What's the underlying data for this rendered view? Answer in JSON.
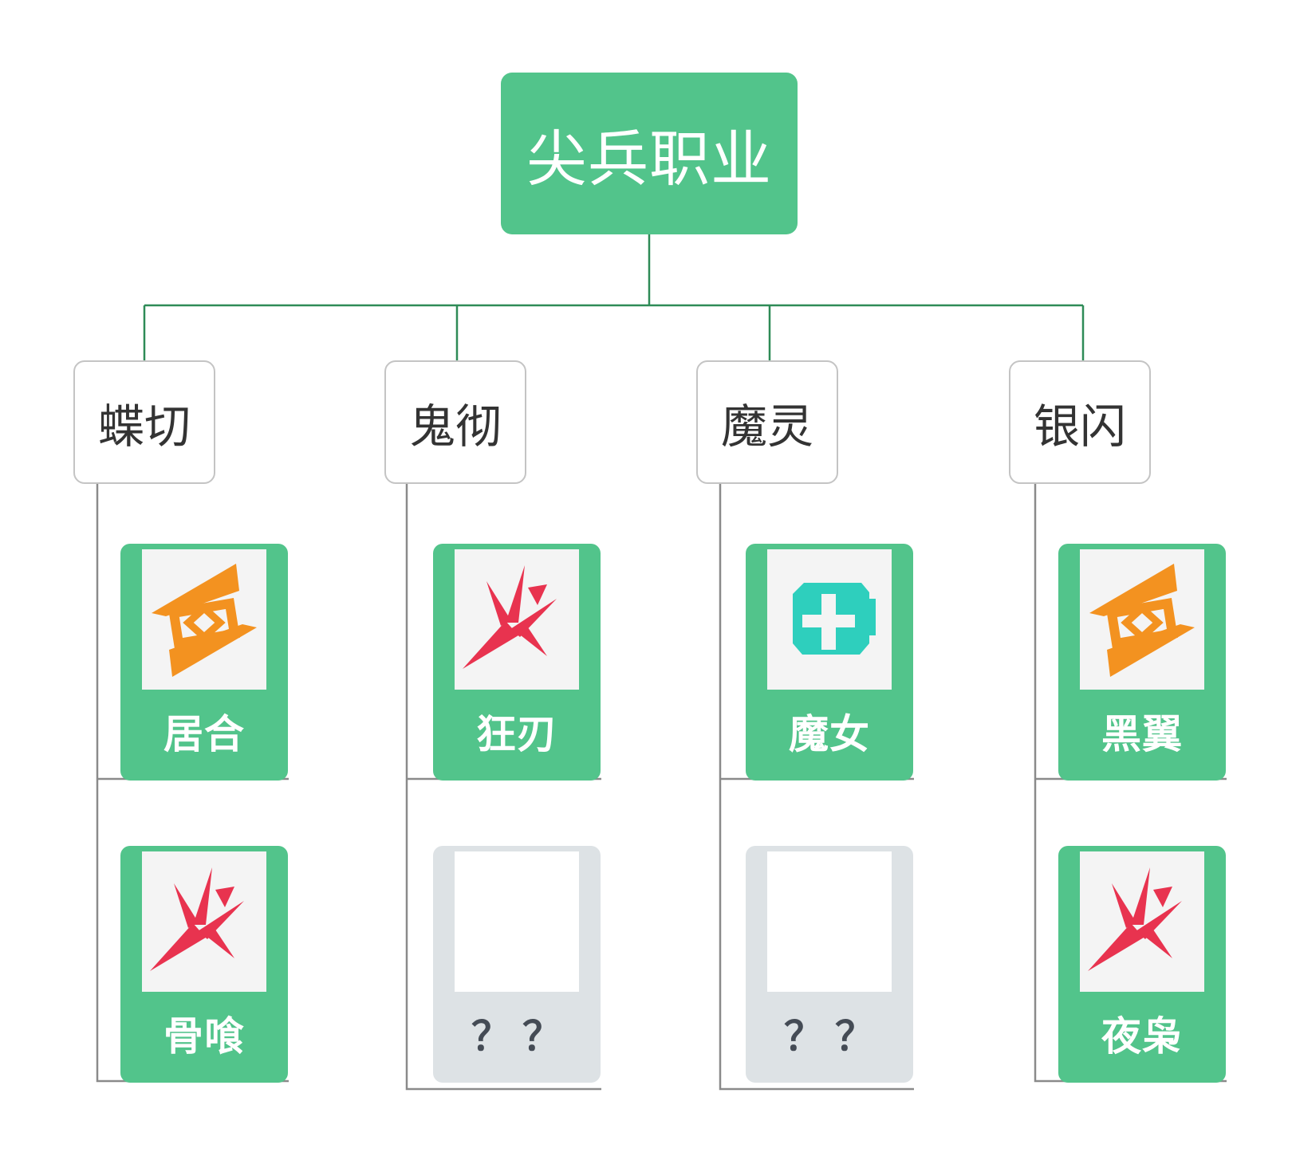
{
  "root": {
    "title": "尖兵职业"
  },
  "colors": {
    "accent": "#52c48b",
    "connector": "#2e8b57",
    "list_line": "#8a8a8a",
    "unknown_card": "#dde2e5"
  },
  "branches": [
    {
      "label": "蝶切",
      "children": [
        {
          "label": "居合",
          "icon": "orange-ticket-icon"
        },
        {
          "label": "骨喰",
          "icon": "red-slash-icon"
        }
      ]
    },
    {
      "label": "鬼彻",
      "children": [
        {
          "label": "狂刃",
          "icon": "red-slash-icon"
        },
        {
          "label": "？？",
          "icon": "blank"
        }
      ]
    },
    {
      "label": "魔灵",
      "children": [
        {
          "label": "魔女",
          "icon": "teal-medkit-icon"
        },
        {
          "label": "？？",
          "icon": "blank"
        }
      ]
    },
    {
      "label": "银闪",
      "children": [
        {
          "label": "黑翼",
          "icon": "orange-ticket-icon"
        },
        {
          "label": "夜枭",
          "icon": "red-slash-icon"
        }
      ]
    }
  ]
}
